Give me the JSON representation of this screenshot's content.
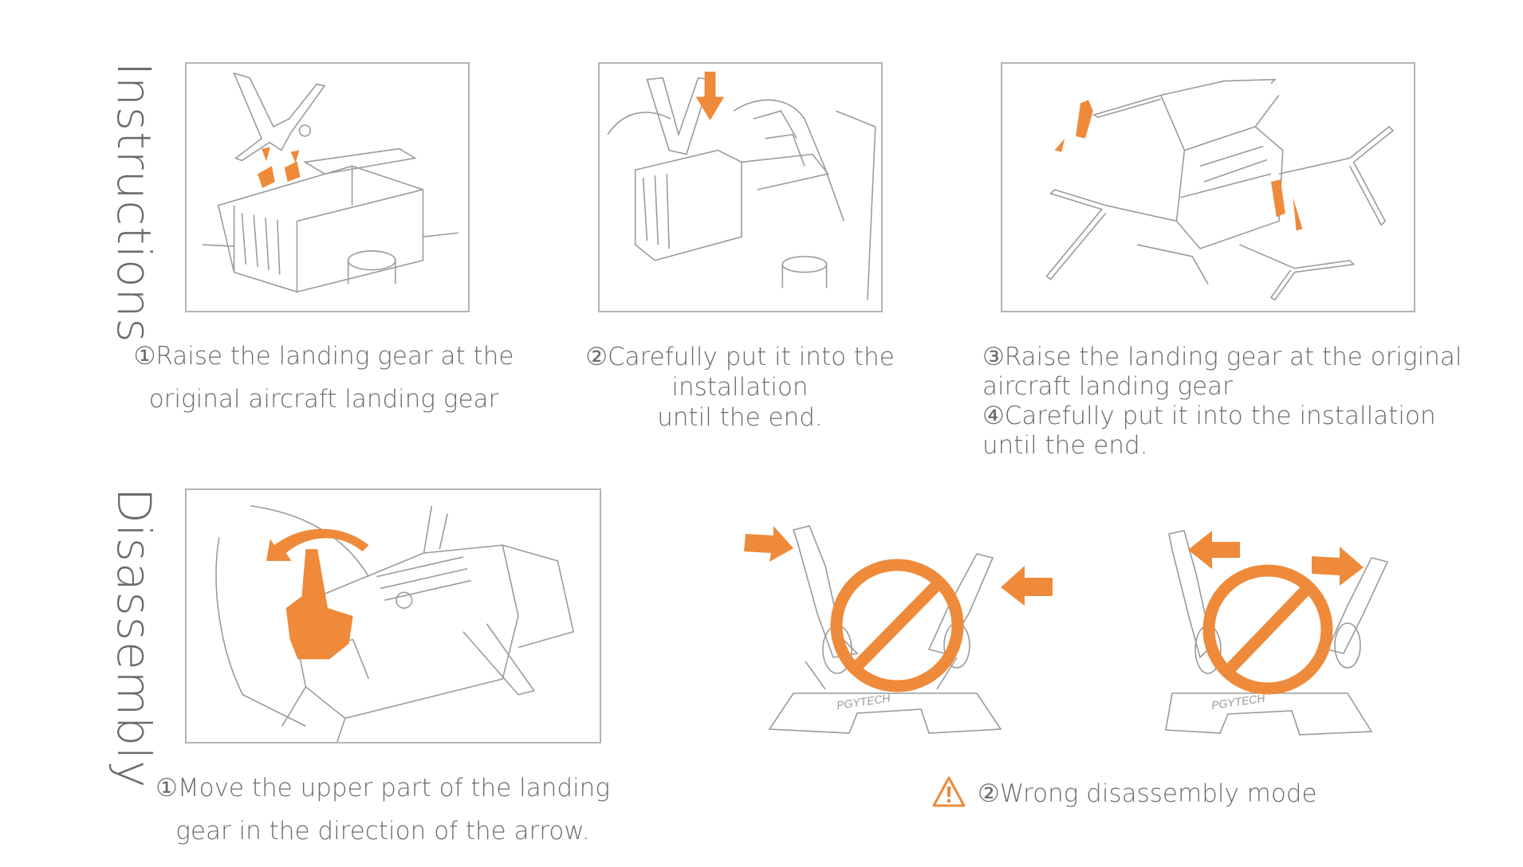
{
  "sections": {
    "instructions_title": "Instructions",
    "disassembly_title": "Disassembly"
  },
  "instructions": {
    "step1": {
      "line1": "①Raise the landing gear at the",
      "line2": "original aircraft landing gear"
    },
    "step2": {
      "line1": "②Carefully put it into the installation",
      "line2": "until the end."
    },
    "step3": {
      "line1": "③Raise the landing gear at the original",
      "line2": "aircraft landing gear",
      "line3": "④Carefully put it into the installation",
      "line4": "until the end."
    }
  },
  "disassembly": {
    "step1": {
      "line1": "①Move the upper part of the landing",
      "line2": "gear in the direction of the arrow."
    },
    "step2": {
      "label": "②Wrong disassembly mode"
    },
    "brand_mark": "PGYTECH"
  },
  "colors": {
    "accent": "#ee8a3a",
    "line": "#9a9a9a",
    "text": "#6b6b6b",
    "frame": "#b4b4b4"
  },
  "icons": [
    "warning-icon",
    "prohibited-icon",
    "arrow-icon"
  ]
}
